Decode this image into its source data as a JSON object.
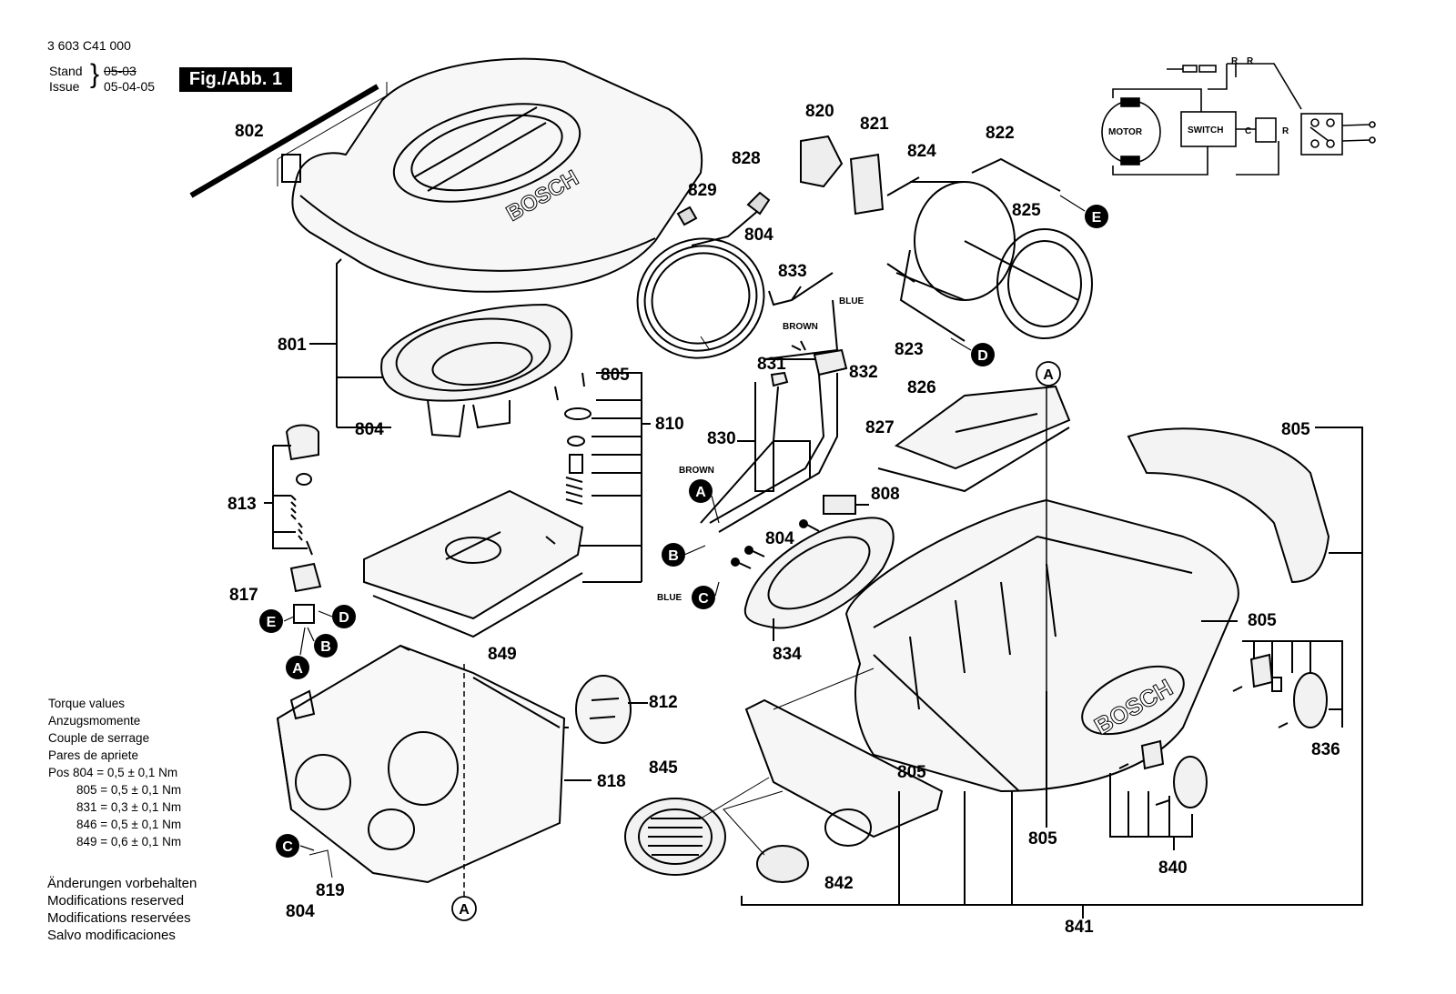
{
  "header": {
    "doc_number": "3 603 C41 000",
    "stand_label": "Stand",
    "issue_label": "Issue",
    "old_date": "05-03",
    "date": "05-04-05",
    "fig_label": "Fig./Abb. 1"
  },
  "torque": {
    "title_en": "Torque values",
    "title_de": "Anzugsmomente",
    "title_fr": "Couple de serrage",
    "title_es": "Pares de apriete",
    "rows": [
      "Pos  804  =  0,5 ± 0,1 Nm",
      "805  =  0,5 ± 0,1 Nm",
      "831  =  0,3 ± 0,1 Nm",
      "846  =  0,5 ± 0,1 Nm",
      "849  =  0,6 ± 0,1 Nm"
    ]
  },
  "modifications": [
    "Änderungen vorbehalten",
    "Modifications reserved",
    "Modifications reservées",
    "Salvo modificaciones"
  ],
  "brand": "BOSCH",
  "wiring": {
    "motor": "MOTOR",
    "switch": "SWITCH",
    "r1": "R",
    "r2": "R",
    "c": "C",
    "rc": "R"
  },
  "wire_labels": {
    "brown1": "BROWN",
    "brown2": "BROWN",
    "blue1": "BLUE",
    "blue2": "BLUE"
  },
  "part_numbers": {
    "p801": "801",
    "p802": "802",
    "p804a": "804",
    "p804b": "804",
    "p804c": "804",
    "p804d": "804",
    "p805a": "805",
    "p805b": "805",
    "p805c": "805",
    "p805d": "805",
    "p805e": "805",
    "p808": "808",
    "p810": "810",
    "p812": "812",
    "p813": "813",
    "p817": "817",
    "p818": "818",
    "p819": "819",
    "p820": "820",
    "p821": "821",
    "p822": "822",
    "p823": "823",
    "p824": "824",
    "p825": "825",
    "p826": "826",
    "p827": "827",
    "p828": "828",
    "p829": "829",
    "p830": "830",
    "p831": "831",
    "p832": "832",
    "p833": "833",
    "p834": "834",
    "p836": "836",
    "p840": "840",
    "p841": "841",
    "p842": "842",
    "p845": "845",
    "p849": "849"
  },
  "connectors": {
    "a1": "A",
    "a2": "A",
    "a3": "A",
    "a4": "A",
    "b1": "B",
    "b2": "B",
    "c1": "C",
    "c2": "C",
    "d1": "D",
    "d2": "D",
    "e1": "E",
    "e2": "E"
  }
}
